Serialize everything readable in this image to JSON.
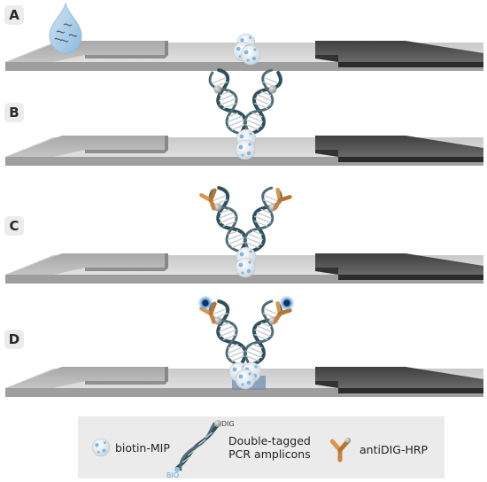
{
  "panels": [
    {
      "label": "A"
    },
    {
      "label": "B"
    },
    {
      "label": "C"
    },
    {
      "label": "D"
    }
  ],
  "legend": {
    "mip_label": "biotin-MIP",
    "amplicon_label": "Double-tagged\nPCR amplicons",
    "antibody_label": "antiDIG-HRP",
    "dig_tag": "DIG",
    "bio_tag": "BIO"
  },
  "colors": {
    "strip": "#dcdcdc",
    "pad_light": "#bdbdbd",
    "pad_dark": "#555555",
    "dna": "#2f4f5a",
    "antibody": "#c8843c",
    "hrp_glow": "#2d7cc8",
    "mip_spot": "#8fc4ea",
    "drop": "#a9cde6"
  }
}
